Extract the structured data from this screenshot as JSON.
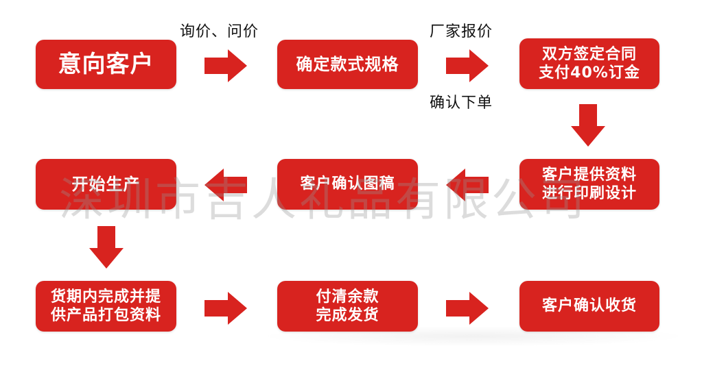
{
  "colors": {
    "accent": "#d8231f",
    "label": "#111111",
    "watermark": "#969696"
  },
  "steps": {
    "intent_customer": "意向客户",
    "confirm_spec": "确定款式规格",
    "contract_line1": "双方签定合同",
    "contract_line2": "支付40%订金",
    "provide_line1": "客户提供资料",
    "provide_line2": "进行印刷设计",
    "confirm_draft": "客户确认图稿",
    "start_production": "开始生产",
    "delivery_line1": "货期内完成并提",
    "delivery_line2": "供产品打包资料",
    "pay_line1": "付清余款",
    "pay_line2": "完成发货",
    "receive": "客户确认收货"
  },
  "labels": {
    "inquiry": "询价、问价",
    "factory_quote": "厂家报价",
    "confirm_order": "确认下单"
  },
  "watermark": "深圳市吉人礼品有限公司",
  "icons": {
    "arrow": "red-block-arrow"
  }
}
